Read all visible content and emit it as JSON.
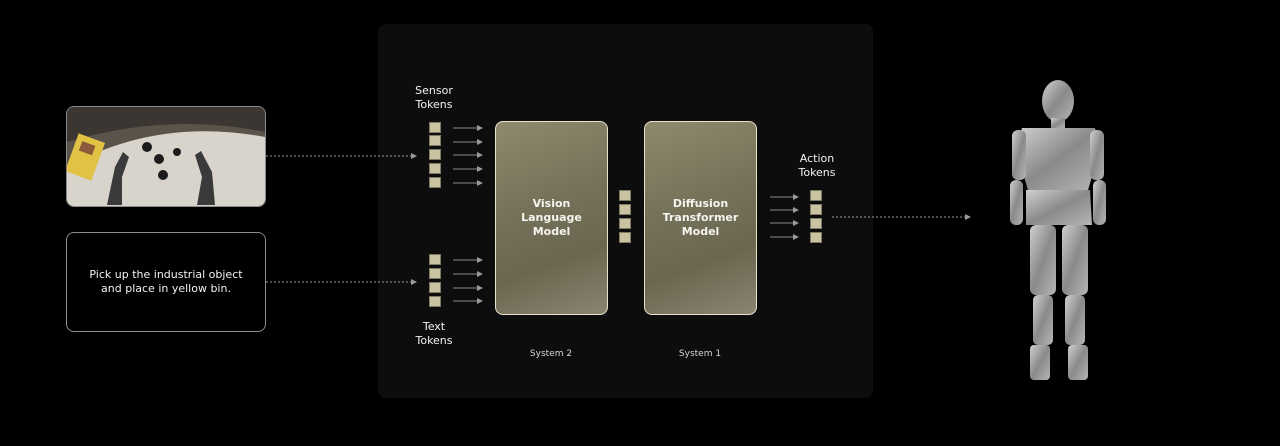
{
  "inputs": {
    "image_alt": "robot hands picking objects",
    "instruction": "Pick up the industrial object and place in yellow bin."
  },
  "labels": {
    "sensor_tokens": "Sensor\nTokens",
    "text_tokens": "Text\nTokens",
    "action_tokens": "Action\nTokens",
    "system2": "System 2",
    "system1": "System 1"
  },
  "models": {
    "vlm": "Vision\nLanguage\nModel",
    "dit": "Diffusion\nTransformer\nModel"
  },
  "colors": {
    "token": "#c9c3a2",
    "model_border": "#e7e2cc",
    "arrow": "#9a9a9a"
  }
}
